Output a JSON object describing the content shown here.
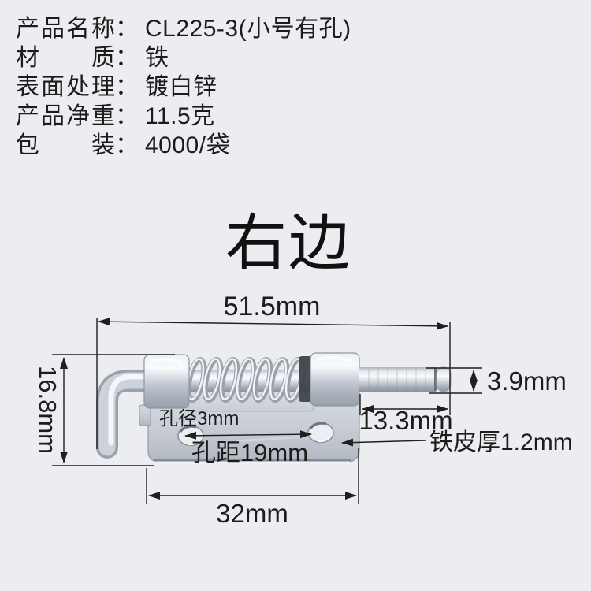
{
  "specs": {
    "colon": "：",
    "rows": [
      {
        "label": "产品名称",
        "value": "CL225-3(小号有孔)"
      },
      {
        "label": "材质",
        "value": "铁"
      },
      {
        "label": "表面处理",
        "value": "镀白锌"
      },
      {
        "label": "产品净重",
        "value": "11.5克"
      },
      {
        "label": "包装",
        "value": "4000/袋"
      }
    ]
  },
  "title": "右边",
  "diagram": {
    "overall_length_label": "51.5mm",
    "height_label": "16.8mm",
    "pin_diameter_label": "3.9mm",
    "pin_length_label": "13.3mm",
    "hole_diameter_label": "孔径3mm",
    "hole_spacing_label": "孔距19mm",
    "plate_thickness_label": "铁皮厚1.2mm",
    "plate_length_label": "32mm"
  },
  "colors": {
    "background": "#ecedf1",
    "dimension_line": "#1f1f1f",
    "text": "#1c1c1c",
    "metal_highlight": "#f8fafc",
    "metal_mid": "#c3c9d2",
    "metal_shadow": "#8f96a0"
  }
}
